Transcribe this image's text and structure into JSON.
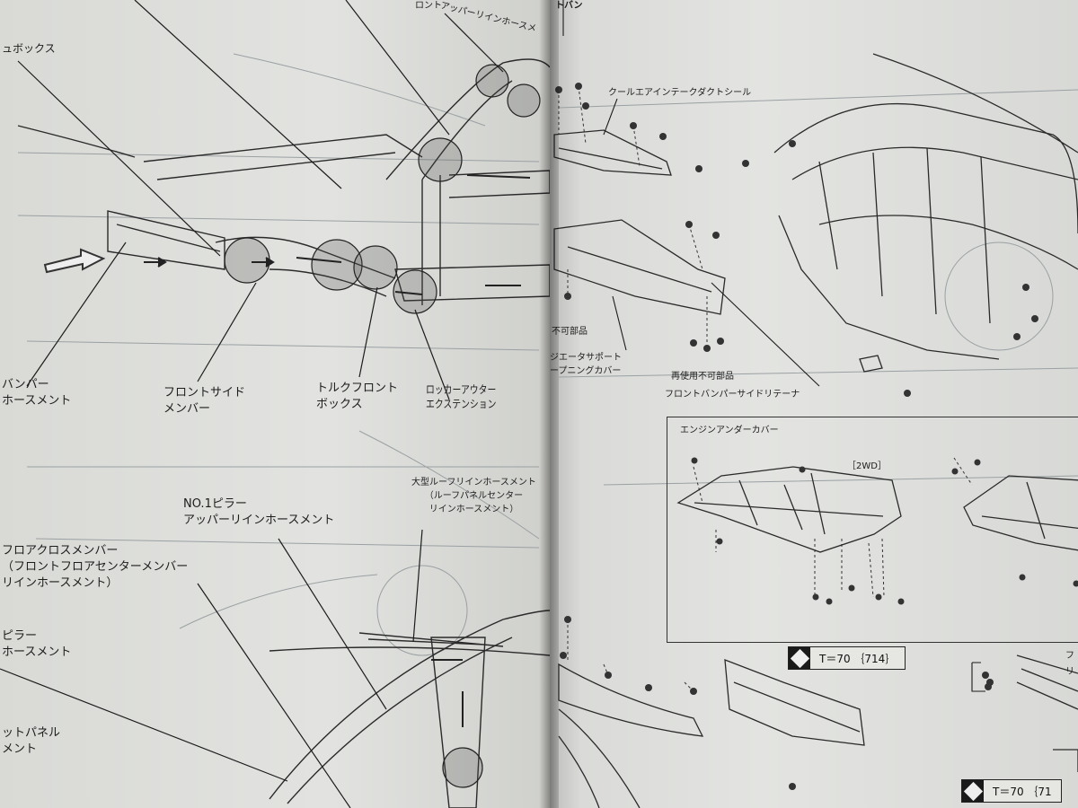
{
  "left_page": {
    "top_labels": {
      "box_fragment": "ュボックス",
      "front_fragment": "ロント",
      "upper_reinf_fragment": "アッパーリインホースメ"
    },
    "mid_labels": {
      "bumper_reinf": "バンパー\nホースメント",
      "front_side_member": "フロントサイド\nメンバー",
      "torque_front_box": "トルクフロント\nボックス",
      "rocker_outer_ext": "ロッカーアウター\nエクステンション"
    },
    "lower_labels": {
      "no1_pillar": "NO.1ピラー\nアッパーリインホースメント",
      "large_roof_reinf": "大型ルーフリインホースメント\n（ルーフパネルセンター\nリインホースメント）",
      "floor_cross_member": "フロアクロスメンバー\n（フロントフロアセンターメンバー\nリインホースメント）",
      "pillar_reinf_fragment": "ピラー\nホースメント",
      "panel_fragment": "ットパネル\nメント"
    }
  },
  "right_page": {
    "header_fragment": "トバン",
    "labels": {
      "cool_air_duct_seal": "クールエアインテークダクトシール",
      "non_reusable_left": "不可部品",
      "radiator_support_cover": "ジエータサポート\nープニングカバー",
      "non_reusable": "再使用不可部品",
      "bumper_side_retainer": "フロントバンパーサイドリテーナ"
    },
    "inset": {
      "title": "エンジンアンダーカバー",
      "variant": "［2WD］"
    },
    "torque_specs": [
      {
        "text": "T＝70 ｛714｝"
      },
      {
        "text": "T＝70 ｛71"
      }
    ],
    "right_edge_fragment": "フ\nリ"
  }
}
